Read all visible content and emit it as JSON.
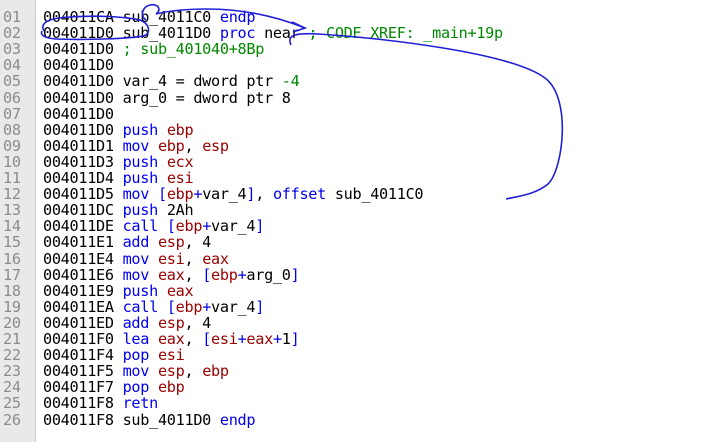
{
  "lines": [
    {
      "num": "01",
      "addr": "004011CA",
      "tokens": [
        {
          "t": "id",
          "v": " sub_4011C0 "
        },
        {
          "t": "kw",
          "v": "endp"
        }
      ]
    },
    {
      "num": "02",
      "addr": "004011D0",
      "tokens": [
        {
          "t": "id",
          "v": " sub_4011D0 "
        },
        {
          "t": "kw",
          "v": "proc"
        },
        {
          "t": "id",
          "v": " near "
        },
        {
          "t": "cm",
          "v": "; CODE XREF: _main+19p"
        }
      ]
    },
    {
      "num": "03",
      "addr": "004011D0",
      "tokens": [
        {
          "t": "cm",
          "v": " ; sub_401040+8Bp"
        }
      ]
    },
    {
      "num": "04",
      "addr": "004011D0",
      "tokens": []
    },
    {
      "num": "05",
      "addr": "004011D0",
      "tokens": [
        {
          "t": "id",
          "v": " var_4 = dword ptr "
        },
        {
          "t": "num",
          "v": "-4"
        }
      ]
    },
    {
      "num": "06",
      "addr": "004011D0",
      "tokens": [
        {
          "t": "id",
          "v": " arg_0 = dword ptr 8"
        }
      ]
    },
    {
      "num": "07",
      "addr": "004011D0",
      "tokens": []
    },
    {
      "num": "08",
      "addr": "004011D0",
      "tokens": [
        {
          "t": "kw",
          "v": " push "
        },
        {
          "t": "reg",
          "v": "ebp"
        }
      ]
    },
    {
      "num": "09",
      "addr": "004011D1",
      "tokens": [
        {
          "t": "kw",
          "v": " mov "
        },
        {
          "t": "reg",
          "v": "ebp"
        },
        {
          "t": "id",
          "v": ", "
        },
        {
          "t": "reg",
          "v": "esp"
        }
      ]
    },
    {
      "num": "10",
      "addr": "004011D3",
      "tokens": [
        {
          "t": "kw",
          "v": " push "
        },
        {
          "t": "reg",
          "v": "ecx"
        }
      ]
    },
    {
      "num": "11",
      "addr": "004011D4",
      "tokens": [
        {
          "t": "kw",
          "v": " push "
        },
        {
          "t": "reg",
          "v": "esi"
        }
      ]
    },
    {
      "num": "12",
      "addr": "004011D5",
      "tokens": [
        {
          "t": "kw",
          "v": " mov "
        },
        {
          "t": "kw",
          "v": "["
        },
        {
          "t": "reg",
          "v": "ebp"
        },
        {
          "t": "kw",
          "v": "+"
        },
        {
          "t": "id",
          "v": "var_4"
        },
        {
          "t": "kw",
          "v": "]"
        },
        {
          "t": "id",
          "v": ", "
        },
        {
          "t": "kw",
          "v": "offset"
        },
        {
          "t": "id",
          "v": " sub_4011C0"
        }
      ]
    },
    {
      "num": "13",
      "addr": "004011DC",
      "tokens": [
        {
          "t": "kw",
          "v": " push "
        },
        {
          "t": "id",
          "v": "2Ah"
        }
      ]
    },
    {
      "num": "14",
      "addr": "004011DE",
      "tokens": [
        {
          "t": "kw",
          "v": " call "
        },
        {
          "t": "kw",
          "v": "["
        },
        {
          "t": "reg",
          "v": "ebp"
        },
        {
          "t": "kw",
          "v": "+"
        },
        {
          "t": "id",
          "v": "var_4"
        },
        {
          "t": "kw",
          "v": "]"
        }
      ]
    },
    {
      "num": "15",
      "addr": "004011E1",
      "tokens": [
        {
          "t": "kw",
          "v": " add "
        },
        {
          "t": "reg",
          "v": "esp"
        },
        {
          "t": "id",
          "v": ", 4"
        }
      ]
    },
    {
      "num": "16",
      "addr": "004011E4",
      "tokens": [
        {
          "t": "kw",
          "v": " mov "
        },
        {
          "t": "reg",
          "v": "esi"
        },
        {
          "t": "id",
          "v": ", "
        },
        {
          "t": "reg",
          "v": "eax"
        }
      ]
    },
    {
      "num": "17",
      "addr": "004011E6",
      "tokens": [
        {
          "t": "kw",
          "v": " mov "
        },
        {
          "t": "reg",
          "v": "eax"
        },
        {
          "t": "id",
          "v": ", "
        },
        {
          "t": "kw",
          "v": "["
        },
        {
          "t": "reg",
          "v": "ebp"
        },
        {
          "t": "kw",
          "v": "+"
        },
        {
          "t": "id",
          "v": "arg_0"
        },
        {
          "t": "kw",
          "v": "]"
        }
      ]
    },
    {
      "num": "18",
      "addr": "004011E9",
      "tokens": [
        {
          "t": "kw",
          "v": " push "
        },
        {
          "t": "reg",
          "v": "eax"
        }
      ]
    },
    {
      "num": "19",
      "addr": "004011EA",
      "tokens": [
        {
          "t": "kw",
          "v": " call "
        },
        {
          "t": "kw",
          "v": "["
        },
        {
          "t": "reg",
          "v": "ebp"
        },
        {
          "t": "kw",
          "v": "+"
        },
        {
          "t": "id",
          "v": "var_4"
        },
        {
          "t": "kw",
          "v": "]"
        }
      ]
    },
    {
      "num": "20",
      "addr": "004011ED",
      "tokens": [
        {
          "t": "kw",
          "v": " add "
        },
        {
          "t": "reg",
          "v": "esp"
        },
        {
          "t": "id",
          "v": ", 4"
        }
      ]
    },
    {
      "num": "21",
      "addr": "004011F0",
      "tokens": [
        {
          "t": "kw",
          "v": " lea "
        },
        {
          "t": "reg",
          "v": "eax"
        },
        {
          "t": "id",
          "v": ", "
        },
        {
          "t": "kw",
          "v": "["
        },
        {
          "t": "reg",
          "v": "esi"
        },
        {
          "t": "kw",
          "v": "+"
        },
        {
          "t": "reg",
          "v": "eax"
        },
        {
          "t": "kw",
          "v": "+"
        },
        {
          "t": "id",
          "v": "1"
        },
        {
          "t": "kw",
          "v": "]"
        }
      ]
    },
    {
      "num": "22",
      "addr": "004011F4",
      "tokens": [
        {
          "t": "kw",
          "v": " pop "
        },
        {
          "t": "reg",
          "v": "esi"
        }
      ]
    },
    {
      "num": "23",
      "addr": "004011F5",
      "tokens": [
        {
          "t": "kw",
          "v": " mov "
        },
        {
          "t": "reg",
          "v": "esp"
        },
        {
          "t": "id",
          "v": ", "
        },
        {
          "t": "reg",
          "v": "ebp"
        }
      ]
    },
    {
      "num": "24",
      "addr": "004011F7",
      "tokens": [
        {
          "t": "kw",
          "v": " pop "
        },
        {
          "t": "reg",
          "v": "ebp"
        }
      ]
    },
    {
      "num": "25",
      "addr": "004011F8",
      "tokens": [
        {
          "t": "kw",
          "v": " retn"
        }
      ]
    },
    {
      "num": "26",
      "addr": "004011F8",
      "tokens": [
        {
          "t": "id",
          "v": " sub_4011D0 "
        },
        {
          "t": "kw",
          "v": "endp"
        }
      ]
    }
  ],
  "colors": {
    "keyword": "#0000ee",
    "register": "#990000",
    "comment": "#008800",
    "text": "#000000",
    "annotation": "#1f1fd6"
  }
}
